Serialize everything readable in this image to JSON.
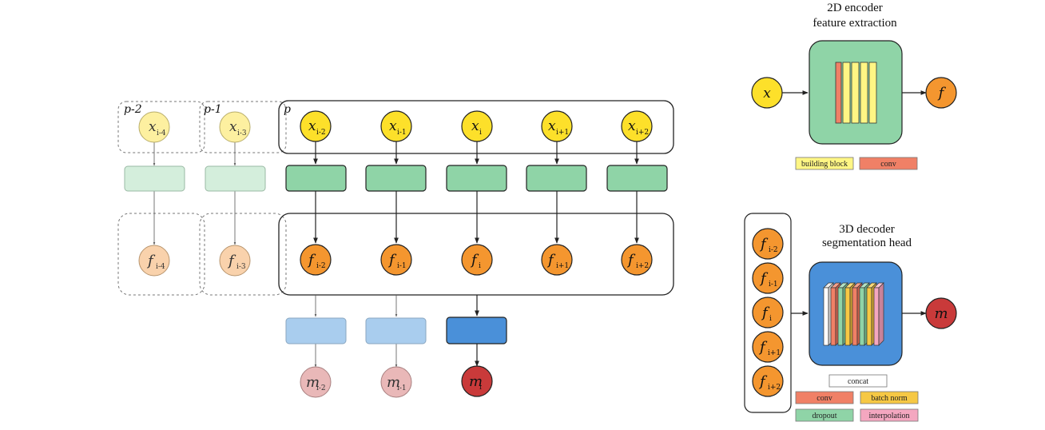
{
  "partition_labels": [
    "p-2",
    "p-1",
    "p"
  ],
  "inputs": [
    {
      "base": "x",
      "sub": "i-4"
    },
    {
      "base": "x",
      "sub": "i-3"
    },
    {
      "base": "x",
      "sub": "i-2"
    },
    {
      "base": "x",
      "sub": "i-1"
    },
    {
      "base": "x",
      "sub": "i"
    },
    {
      "base": "x",
      "sub": "i+1"
    },
    {
      "base": "x",
      "sub": "i+2"
    }
  ],
  "features": [
    {
      "base": "f",
      "sub": "i-4"
    },
    {
      "base": "f",
      "sub": "i-3"
    },
    {
      "base": "f",
      "sub": "i-2"
    },
    {
      "base": "f",
      "sub": "i-1"
    },
    {
      "base": "f",
      "sub": "i"
    },
    {
      "base": "f",
      "sub": "i+1"
    },
    {
      "base": "f",
      "sub": "i+2"
    }
  ],
  "masks": [
    {
      "base": "m",
      "sub": "i-2"
    },
    {
      "base": "m",
      "sub": "i-1"
    },
    {
      "base": "m",
      "sub": "i"
    }
  ],
  "encoder": {
    "title_line1": "2D encoder",
    "title_line2": "feature extraction",
    "input": "x",
    "output": "f",
    "legend": [
      "building block",
      "conv"
    ]
  },
  "decoder": {
    "title_line1": "3D decoder",
    "title_line2": "segmentation head",
    "output": "m",
    "stack": [
      {
        "base": "f",
        "sub": "i-2"
      },
      {
        "base": "f",
        "sub": "i-1"
      },
      {
        "base": "f",
        "sub": "i"
      },
      {
        "base": "f",
        "sub": "i+1"
      },
      {
        "base": "f",
        "sub": "i+2"
      }
    ],
    "legend": [
      "concat",
      "conv",
      "batch norm",
      "dropout",
      "interpolation"
    ]
  },
  "colors": {
    "input_yellow": "#fde02a",
    "input_faded": "#fdf0a0",
    "feature_orange": "#f4962f",
    "feature_faded": "#f9d2ac",
    "encoder_green": "#8fd4a7",
    "encoder_faded": "#d4eedc",
    "decoder_blue": "#4a90d9",
    "decoder_faded": "#a9cdee",
    "mask_red": "#c93a3a",
    "mask_faded": "#e9b8b8",
    "conv_red": "#f08066",
    "bn_yellow": "#f6c844",
    "interp_pink": "#f4a7c0",
    "block_yellow": "#fff684"
  }
}
